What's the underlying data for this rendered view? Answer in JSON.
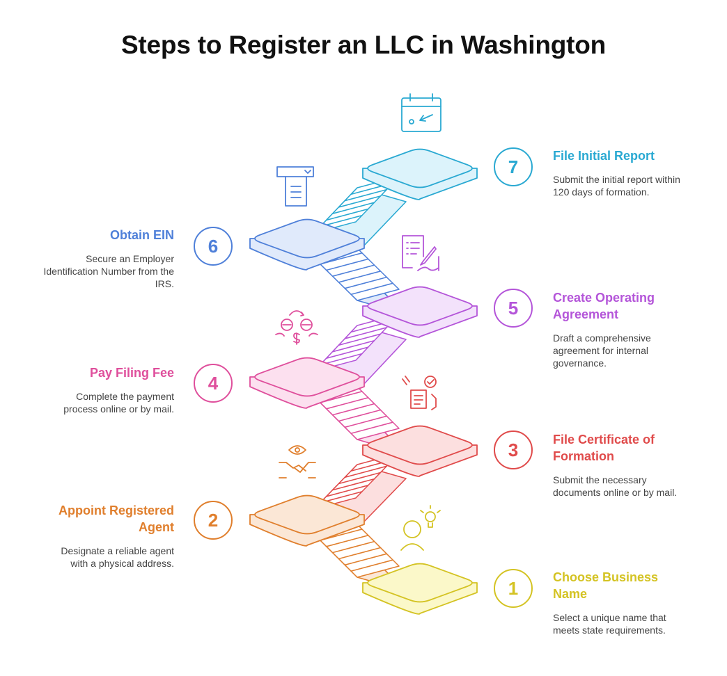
{
  "title": "Steps to Register an LLC in Washington",
  "steps": [
    {
      "number": "1",
      "title": "Choose Business Name",
      "description": "Select a unique name that meets state requirements.",
      "color": "#d4c323",
      "fill": "#fbf8c9",
      "icon": "person-lightbulb-icon"
    },
    {
      "number": "2",
      "title": "Appoint Registered Agent",
      "description": "Designate a reliable agent with a physical address.",
      "color": "#e07f2d",
      "fill": "#fbe7d6",
      "icon": "handshake-eye-icon"
    },
    {
      "number": "3",
      "title": "File Certificate of Formation",
      "description": "Submit the necessary documents online or by mail.",
      "color": "#e04b4b",
      "fill": "#fcdfdf",
      "icon": "document-checklist-icon"
    },
    {
      "number": "4",
      "title": "Pay Filing Fee",
      "description": "Complete the payment process online or by mail.",
      "color": "#df4f9c",
      "fill": "#fce0ef",
      "icon": "currency-exchange-icon"
    },
    {
      "number": "5",
      "title": "Create Operating Agreement",
      "description": "Draft a comprehensive agreement for internal governance.",
      "color": "#b455d9",
      "fill": "#f3e2fb",
      "icon": "contract-signing-icon"
    },
    {
      "number": "6",
      "title": "Obtain EIN",
      "description": "Secure an Employer Identification Number from the IRS.",
      "color": "#4f80d9",
      "fill": "#e0eafb",
      "icon": "document-form-icon"
    },
    {
      "number": "7",
      "title": "File Initial Report",
      "description": "Submit the initial report within 120 days of formation.",
      "color": "#2aa9d2",
      "fill": "#dcf3fb",
      "icon": "calendar-icon"
    }
  ]
}
